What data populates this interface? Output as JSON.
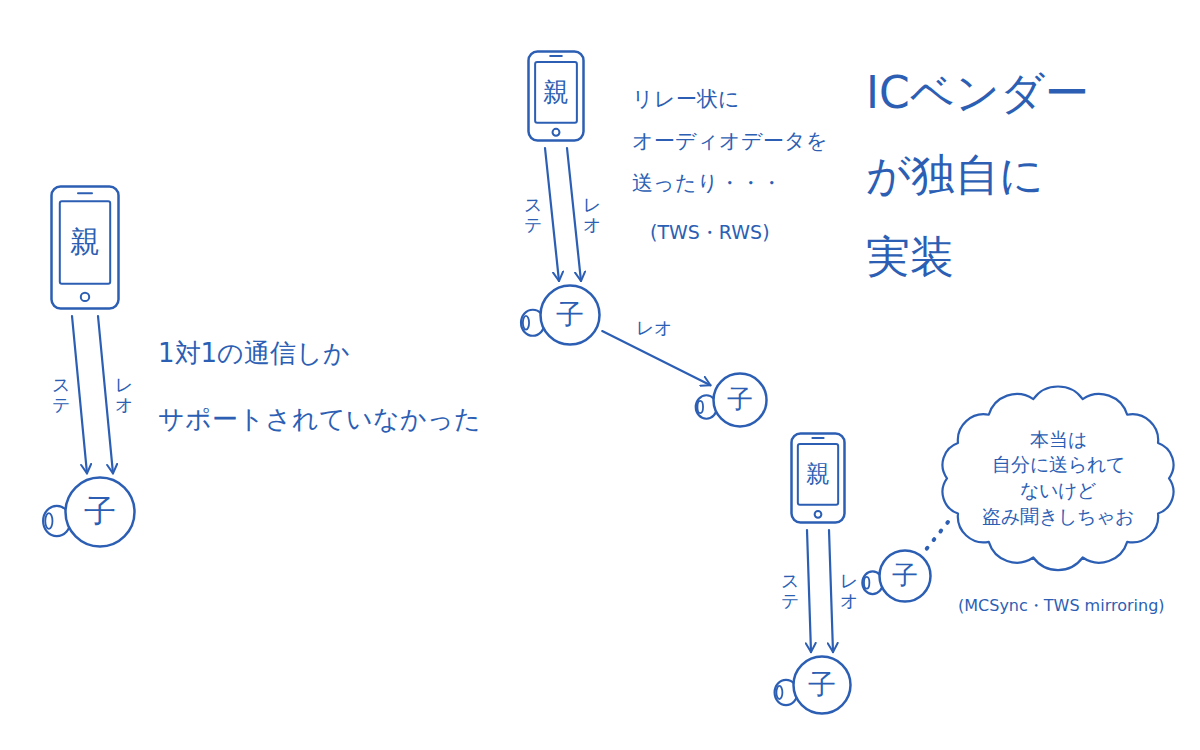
{
  "diagram": {
    "nodes": [
      {
        "text": [
          "親"
        ]
      },
      {
        "text": [
          "子"
        ]
      },
      {
        "text": [
          "親"
        ]
      },
      {
        "text": [
          "子"
        ]
      },
      {
        "text": [
          "子"
        ]
      },
      {
        "text": [
          "親"
        ]
      },
      {
        "text": [
          "子"
        ]
      },
      {
        "text": [
          "子"
        ]
      },
      {
        "text": [
          "本当は 自分に送られて ないけど 盗み聞きしちゃお"
        ]
      }
    ],
    "edges": [
      {
        "from": 0,
        "to": 1,
        "label": "ステ",
        "arrow": "to"
      },
      {
        "from": 0,
        "to": 1,
        "label": "レオ",
        "arrow": "to"
      },
      {
        "from": 2,
        "to": 3,
        "label": "ステ",
        "arrow": "to"
      },
      {
        "from": 2,
        "to": 3,
        "label": "レオ",
        "arrow": "to"
      },
      {
        "from": 3,
        "to": 4,
        "label": "レオ",
        "arrow": "to"
      },
      {
        "from": 5,
        "to": 7,
        "label": "ステ",
        "arrow": "to"
      },
      {
        "from": 5,
        "to": 7,
        "label": "レオ",
        "arrow": "to"
      },
      {
        "from": 6,
        "to": 8,
        "arrow": "none"
      }
    ],
    "labels": [
      "1対1の通信しか サポートされていなかった",
      "リレー状に オーディオデータを 送ったり・・・",
      "(TWS・RWS)",
      "ICベンダー が独自に 実装",
      "(MCSync・TWS mirroring)"
    ]
  }
}
